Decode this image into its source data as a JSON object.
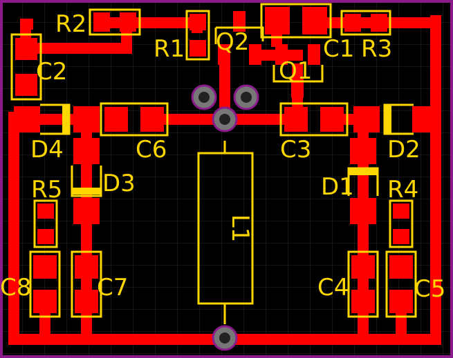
{
  "board": {
    "colors": {
      "background": "#000000",
      "outline": "#8b1a8b",
      "copper": "#ff0000",
      "silkscreen": "#ffd700",
      "via": "#777777",
      "grid": "#2a2a2a"
    }
  },
  "labels": {
    "r2": "R2",
    "r1": "R1",
    "q2": "Q2",
    "c1": "C1",
    "r3": "R3",
    "c2": "C2",
    "q1": "Q1",
    "d4": "D4",
    "c6": "C6",
    "c3": "C3",
    "d2": "D2",
    "r5": "R5",
    "d3": "D3",
    "d1": "D1",
    "r4": "R4",
    "l1": "L1",
    "c8": "C8",
    "c7": "C7",
    "c4": "C4",
    "c5": "C5"
  }
}
